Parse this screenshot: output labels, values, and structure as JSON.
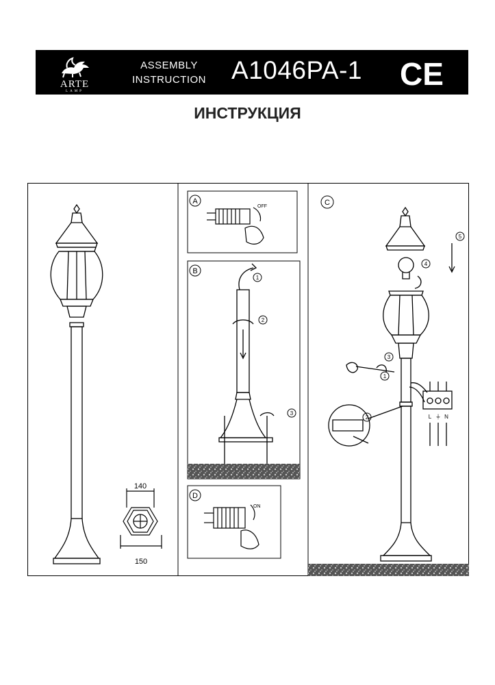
{
  "header": {
    "brand": "ARTE",
    "brand_sub": "LAMP",
    "doc_type_line1": "ASSEMBLY",
    "doc_type_line2": "INSTRUCTION",
    "model": "A1046PA-1",
    "certification": "CE"
  },
  "title": "ИНСТРУКЦИЯ",
  "dimensions": {
    "top_width": "140",
    "base_width": "150"
  },
  "panels": {
    "a": {
      "label": "A",
      "switch_text": "OFF"
    },
    "b": {
      "label": "B",
      "steps": [
        "1",
        "2",
        "3"
      ]
    },
    "c": {
      "label": "C",
      "steps": [
        "1",
        "2",
        "3",
        "4",
        "5"
      ],
      "terminals": [
        "L",
        "⏚",
        "N"
      ]
    },
    "d": {
      "label": "D",
      "switch_text": "ON"
    }
  },
  "colors": {
    "ink": "#000000",
    "paper": "#ffffff",
    "ground": "#3a3a3a"
  }
}
